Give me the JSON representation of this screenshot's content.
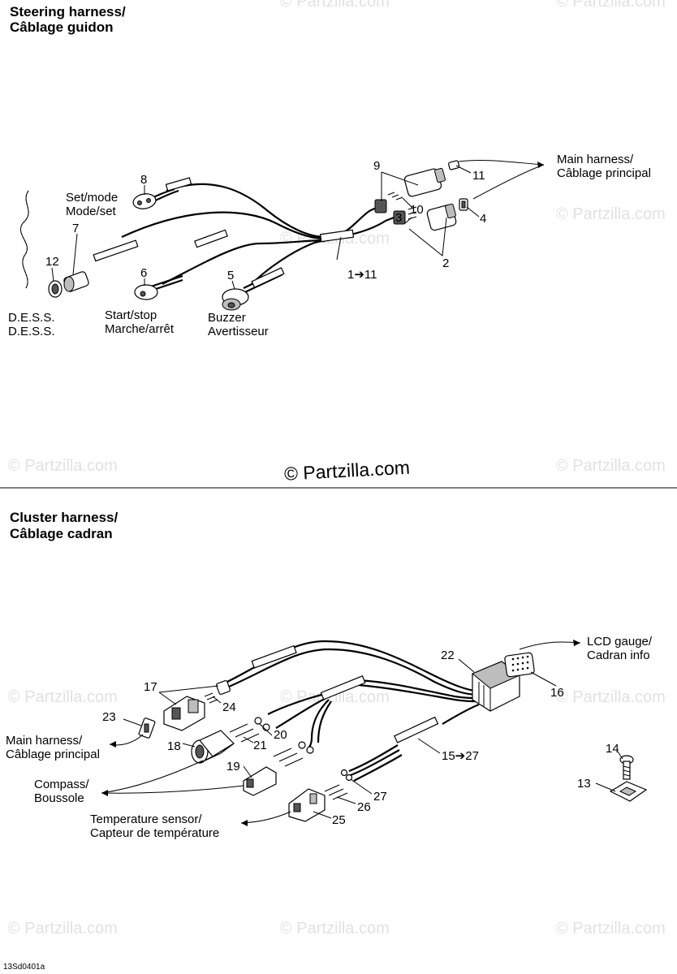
{
  "sections": {
    "steering": {
      "title_line1": "Steering harness/",
      "title_line2": "Câblage guidon"
    },
    "cluster": {
      "title_line1": "Cluster harness/",
      "title_line2": "Câblage cadran"
    }
  },
  "labels": {
    "set_mode_en": "Set/mode",
    "set_mode_fr": "Mode/set",
    "dess_en": "D.E.S.S.",
    "dess_fr": "D.E.S.S.",
    "start_stop_en": "Start/stop",
    "start_stop_fr": "Marche/arrêt",
    "buzzer_en": "Buzzer",
    "buzzer_fr": "Avertisseur",
    "main_harness_en": "Main harness/",
    "main_harness_fr": "Câblage principal",
    "lcd_gauge_en": "LCD gauge/",
    "lcd_gauge_fr": "Cadran info",
    "main_harness2_en": "Main harness/",
    "main_harness2_fr": "Câblage principal",
    "compass_en": "Compass/",
    "compass_fr": "Boussole",
    "temp_en": "Temperature sensor/",
    "temp_fr": "Capteur de température"
  },
  "callouts": {
    "c8": "8",
    "c7": "7",
    "c12": "12",
    "c6": "6",
    "c5": "5",
    "c9": "9",
    "c11": "11",
    "c10": "10",
    "c3": "3",
    "c4": "4",
    "c2": "2",
    "c1_11": "1➔11",
    "c22": "22",
    "c16": "16",
    "c17": "17",
    "c24": "24",
    "c23": "23",
    "c18": "18",
    "c20": "20",
    "c21": "21",
    "c19": "19",
    "c15_27": "15➔27",
    "c14": "14",
    "c13": "13",
    "c27": "27",
    "c26": "26",
    "c25": "25"
  },
  "watermark": {
    "text": "© Partzilla.com"
  },
  "footer": {
    "code": "13Sd0401a"
  }
}
